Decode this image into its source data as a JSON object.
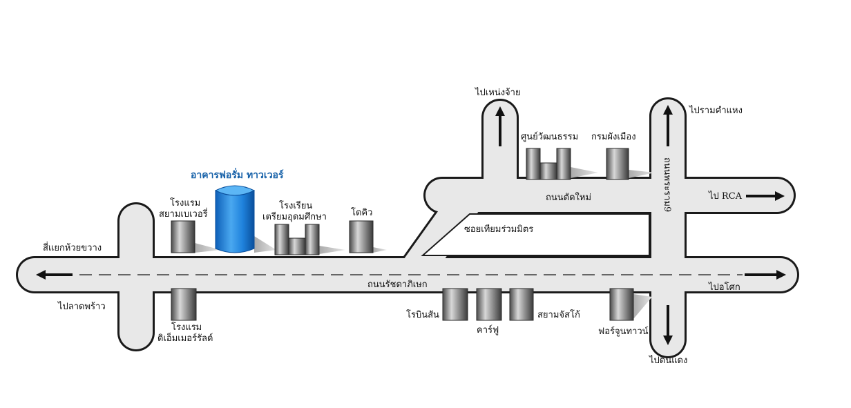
{
  "map": {
    "title": "อาคารฟอรั่ม ทาวเวอร์",
    "colors": {
      "road_fill": "#e8e8e8",
      "road_outline": "#1a1a1a",
      "highlight": "#1f7fd4",
      "building": "#7a7a7a",
      "title": "#1560a8"
    },
    "roads": {
      "main": "ถนนรัชดาภิเษก",
      "new_cut": "ถนนตัดใหม่",
      "soi": "ซอยเทียมร่วมมิตร",
      "vertical_right": "ถนนพระราม9"
    },
    "directions": {
      "west": "สี่แยกห้วยขวาง",
      "southwest": "ไปลาดพร้าว",
      "north": "ไปเหน่งจ้าย",
      "northeast": "ไปรามคำแหง",
      "east_top": "ไป RCA",
      "east": "ไปอโศก",
      "south": "ไปดินแดง"
    },
    "landmarks": {
      "hotel_siam_bayview": "โรงแรม\nสยามเบเวอรี่",
      "triam_school": "โรงเรียน\nเตรียมอุดมศึกษา",
      "tokyu": "โตคิว",
      "cultural_center": "ศูนย์วัฒนธรรม",
      "land_dept": "กรมผังเมือง",
      "hotel_dm_resident": "โรงแรม\nดิเอ็มเมอร์รัลด์",
      "robinson": "โรบินสัน",
      "carrefour": "คาร์ฟู",
      "siam_jusco": "สยามจัสโก้",
      "fortune_town": "ฟอร์จูนทาวน์"
    }
  }
}
